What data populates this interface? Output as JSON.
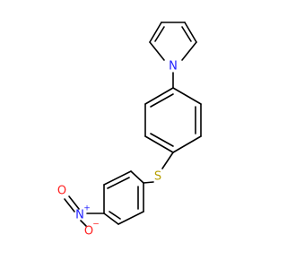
{
  "molecule": {
    "atoms": {
      "pyrrole_n": {
        "symbol": "N",
        "color": "#1f1fff"
      },
      "sulfur": {
        "symbol": "S",
        "color": "#b8a000"
      },
      "nitro_n": {
        "symbol": "N",
        "charge": "+",
        "color": "#1f1fff"
      },
      "nitro_o_double": {
        "symbol": "O",
        "color": "#ff2020"
      },
      "nitro_o_single": {
        "symbol": "O",
        "charge": "−",
        "color": "#ff2020"
      }
    },
    "bond_color": "#000000"
  }
}
